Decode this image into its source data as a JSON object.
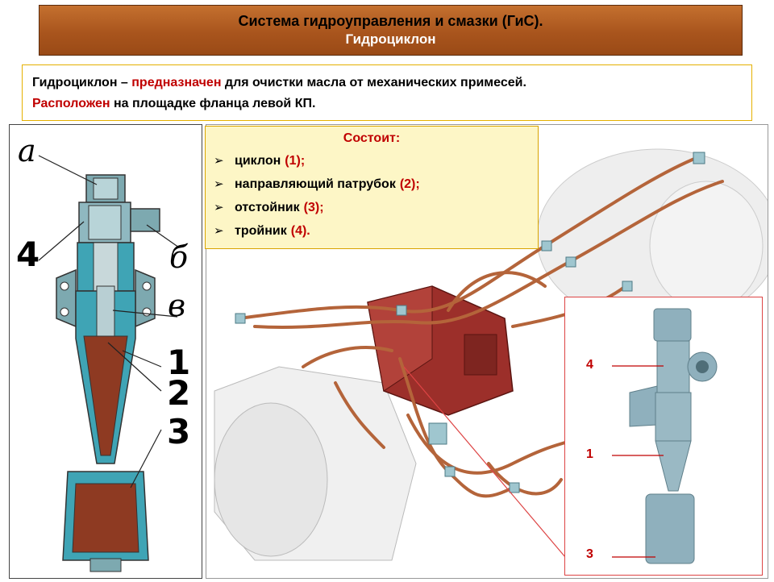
{
  "header": {
    "title": "Система гидроуправления и смазки (ГиС).",
    "subtitle": "Гидроциклон"
  },
  "intro": {
    "p1_start": "Гидроциклон – ",
    "p1_red": "предназначен",
    "p1_end": " для очистки масла от механических примесей.",
    "p2_red": "Расположен",
    "p2_end": " на площадке фланца левой КП."
  },
  "legend": {
    "title": "Состоит:",
    "items": [
      {
        "text": "циклон ",
        "num": "(1);"
      },
      {
        "text": "направляющий патрубок ",
        "num": "(2);"
      },
      {
        "text": "отстойник ",
        "num": "(3);"
      },
      {
        "text": "тройник ",
        "num": "(4)."
      }
    ]
  },
  "left_labels": {
    "a": "а",
    "four": "4",
    "b": "б",
    "v": "в",
    "one": "1",
    "two": "2",
    "three": "3"
  },
  "inset_labels": {
    "four": "4",
    "one": "1",
    "three": "3"
  },
  "colors": {
    "header_bg": "#a9551d",
    "accent_red": "#c00000",
    "legend_bg": "#fdf6c6",
    "cyclone_body": "#3fa4b5",
    "cyclone_core": "#8e3a22",
    "gearbox": "#9c2f2a",
    "pipes": "#b4643a",
    "inset_part": "#8fb0bd"
  }
}
